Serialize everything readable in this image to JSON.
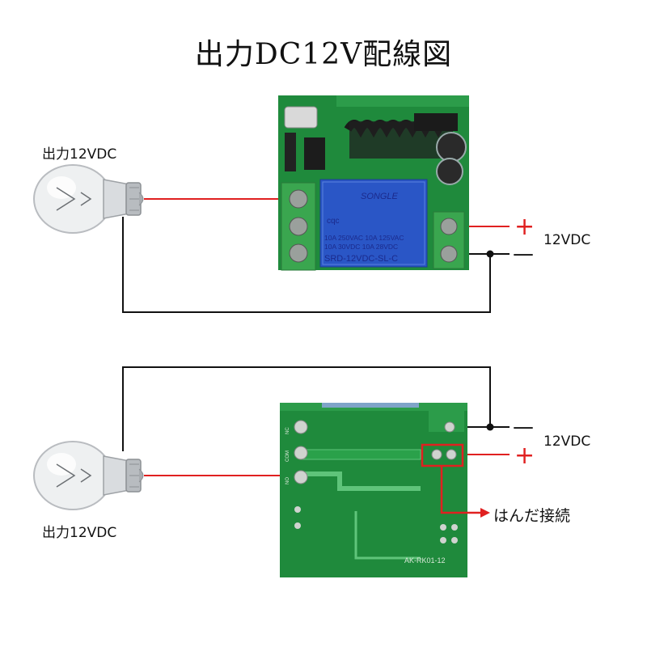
{
  "title": "出力DC12V配線図",
  "top": {
    "bulb_label": "出力12VDC",
    "supply_label": "12VDC",
    "plus_sign": "+",
    "minus_sign": "—",
    "relay": {
      "brand": "SONGLE",
      "cert": "cqc",
      "line1": "10A 250VAC  10A 125VAC",
      "line2": "10A  30VDC  10A  28VDC",
      "model": "SRD-12VDC-SL-C"
    }
  },
  "bottom": {
    "bulb_label": "出力12VDC",
    "supply_label": "12VDC",
    "plus_sign": "+",
    "minus_sign": "—",
    "solder_label": "はんだ接続",
    "pcb_silk": [
      "NC",
      "COM",
      "NO"
    ],
    "pcb_code": "AK-RK01-12"
  },
  "colors": {
    "wire_red": "#e02020",
    "wire_black": "#111111",
    "pcb_green": "#1f8a3c",
    "terminal_green": "#3aa64f",
    "relay_blue": "#2a56c6"
  }
}
